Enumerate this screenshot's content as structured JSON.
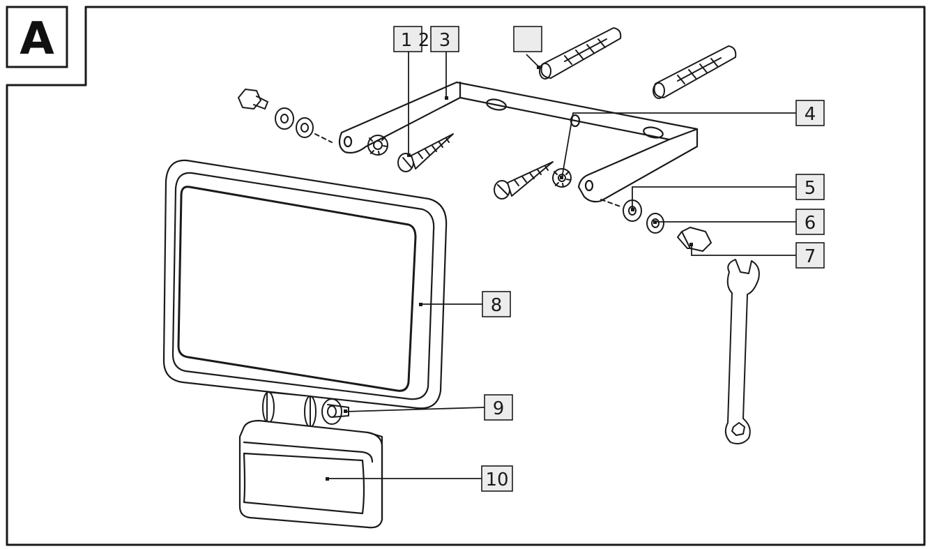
{
  "figure_label": "A",
  "callouts": [
    "1",
    "2",
    "3",
    "4",
    "5",
    "6",
    "7",
    "8",
    "9",
    "10"
  ],
  "colors": {
    "line": "#1a1a1a",
    "callout_fill": "#ececec",
    "background": "#ffffff"
  }
}
